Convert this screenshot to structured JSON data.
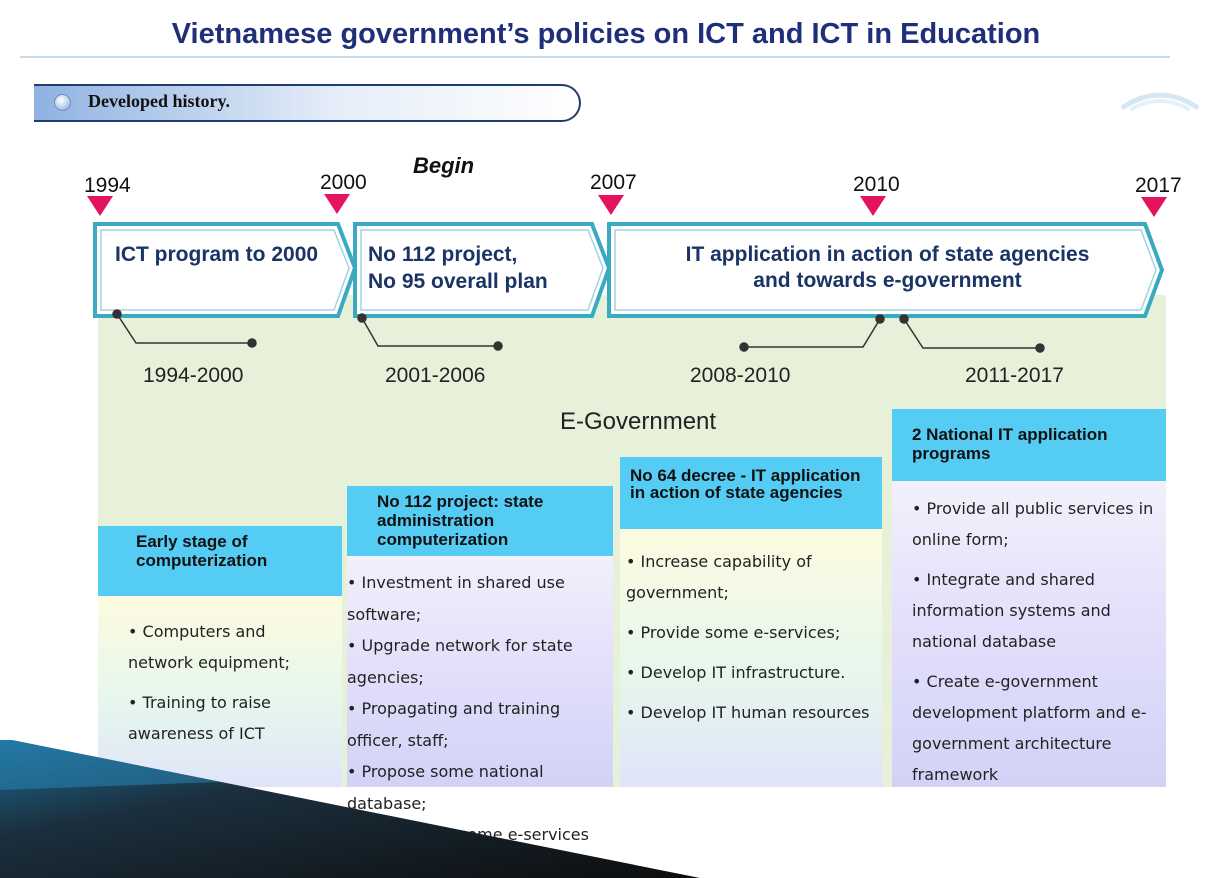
{
  "header": {
    "title": "Vietnamese government’s policies on ICT and ICT in Education"
  },
  "subtitle": {
    "label": "Developed history."
  },
  "timeline": {
    "begin_label": "Begin",
    "years": [
      "1994",
      "2000",
      "2007",
      "2010",
      "2017"
    ],
    "phases": [
      {
        "label": "ICT program to 2000"
      },
      {
        "label_line1": "No 112 project,",
        "label_line2": "No 95 overall plan"
      },
      {
        "label_line1": "IT application in action of state agencies",
        "label_line2": "and towards e-government"
      }
    ],
    "ranges": [
      "1994-2000",
      "2001-2006",
      "2008-2010",
      "2011-2017"
    ]
  },
  "egov_label": "E-Government",
  "boxes": [
    {
      "title": "Early stage of computerization",
      "items": [
        "• Computers and network equipment;",
        "• Training to raise awareness of ICT"
      ]
    },
    {
      "title": "No 112 project: state administration computerization",
      "items": [
        "• Investment in shared use software;",
        "• Upgrade network for state agencies;",
        "• Propagating and training officer, staff;",
        "• Propose some national database;",
        "• Experiment some e-services"
      ]
    },
    {
      "title": "No 64 decree - IT application in action of state agencies",
      "items": [
        "• Increase capability of government;",
        "• Provide some e-services;",
        "• Develop IT infrastructure.",
        "• Develop IT human resources"
      ]
    },
    {
      "title": "2 National IT application programs",
      "items": [
        "• Provide all public services in online form;",
        "• Integrate and shared information systems and national database",
        "• Create e-government development platform and e-government architecture framework"
      ]
    }
  ],
  "colors": {
    "title": "#1f2f7a",
    "marker": "#e3135f",
    "chevron_border": "#3aa9c2",
    "box_header": "#55ccf4"
  }
}
